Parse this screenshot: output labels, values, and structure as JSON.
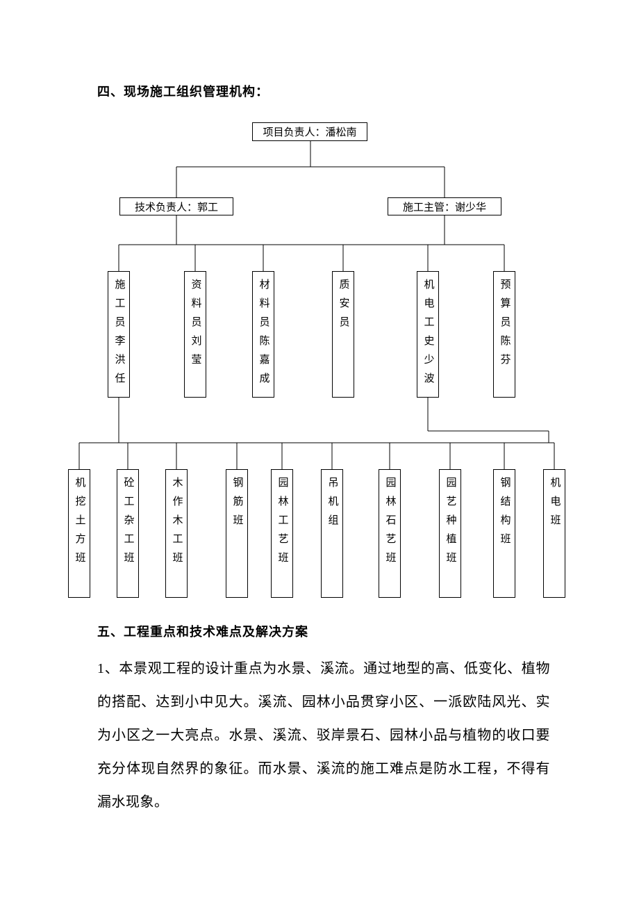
{
  "document": {
    "section4_heading": "四、现场施工组织管理机构：",
    "section5_heading": "五、工程重点和技术难点及解决方案",
    "section5_paragraph": "1、本景观工程的设计重点为水景、溪流。通过地型的高、低变化、植物的搭配、达到小中见大。溪流、园林小品贯穿小区、一派欧陆风光、实为小区之一大亮点。水景、溪流、驳岸景石、园林小品与植物的收口要充分体现自然界的象征。而水景、溪流的施工难点是防水工程，不得有漏水现象。"
  },
  "org_chart": {
    "root": {
      "label": "项目负责人：潘松南"
    },
    "level2": [
      {
        "label": "技术负责人：郭工"
      },
      {
        "label": "施工主管：谢少华"
      }
    ],
    "level3": [
      {
        "label": "施工员李洪任"
      },
      {
        "label": "资料员刘莹"
      },
      {
        "label": "材料员陈嘉成"
      },
      {
        "label": "质安员"
      },
      {
        "label": "机电工史少波"
      },
      {
        "label": "预算员陈芬"
      }
    ],
    "level4": [
      {
        "label": "机挖土方班"
      },
      {
        "label": "砼工杂工班"
      },
      {
        "label": "木作木工班"
      },
      {
        "label": "钢筋班"
      },
      {
        "label": "园林工艺班"
      },
      {
        "label": "吊机组"
      },
      {
        "label": "园林石艺班"
      },
      {
        "label": "园艺种植班"
      },
      {
        "label": "钢结构班"
      },
      {
        "label": "机电班"
      }
    ]
  }
}
